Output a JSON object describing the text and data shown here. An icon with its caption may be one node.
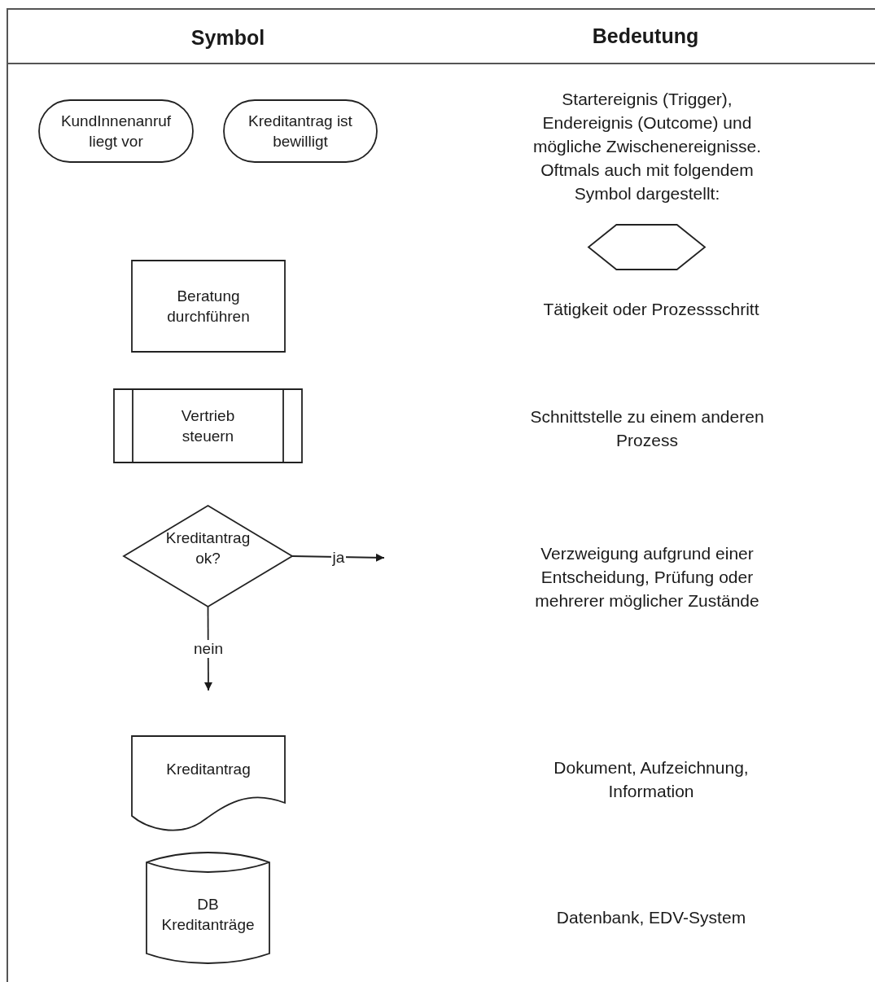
{
  "diagram": {
    "nodes": [
      {
        "text": [
          "KundInnenanruf liegt vor"
        ]
      },
      {
        "text": [
          "Kreditantrag ist bewilligt"
        ]
      },
      {
        "text": [],
        "shape": "hexagon"
      },
      {
        "text": [
          "Beratung durchführen"
        ]
      },
      {
        "text": [
          "Vertrieb steuern"
        ]
      },
      {
        "text": [
          "Kreditantrag ok?"
        ]
      },
      {
        "text": [
          "Kreditantrag"
        ]
      },
      {
        "text": [
          "DB Kreditanträge"
        ]
      }
    ],
    "edges": [
      {
        "from": 5,
        "to": null,
        "arrow": "to",
        "label": "ja"
      },
      {
        "from": 5,
        "to": null,
        "arrow": "to",
        "label": "nein"
      }
    ],
    "labels": [
      "Symbol",
      "Bedeutung",
      "Startereignis (Trigger), Endereignis (Outcome) und mögliche Zwischenereignisse. Oftmals auch mit folgendem Symbol dargestellt:",
      "Tätigkeit oder Prozessschritt",
      "Schnittstelle zu einem anderen Prozess",
      "Verzweigung aufgrund einer Entscheidung, Prüfung oder mehrerer möglicher Zustände",
      "Dokument, Aufzeichnung, Information",
      "Datenbank, EDV-System"
    ]
  }
}
